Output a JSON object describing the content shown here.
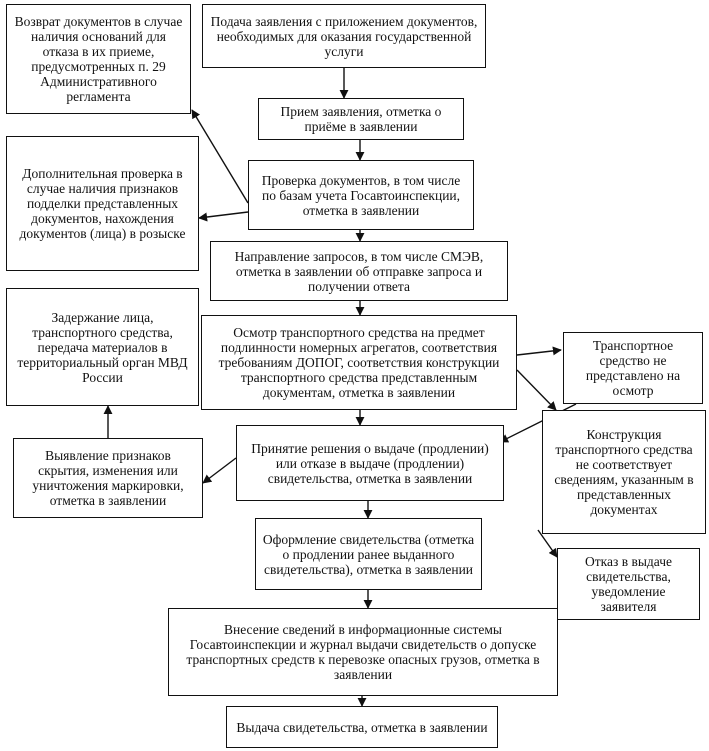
{
  "diagram": {
    "nodes": [
      {
        "id": "submit",
        "text": "Подача заявления с приложением документов, необходимых для оказания государственной услуги"
      },
      {
        "id": "receive",
        "text": "Прием заявления, отметка о приёме в заявлении"
      },
      {
        "id": "check",
        "text": "Проверка документов, в том числе по базам учета Госавтоинспекции, отметка в заявлении"
      },
      {
        "id": "requests",
        "text": "Направление запросов, в том числе СМЭВ, отметка в заявлении об отправке запроса и получении ответа"
      },
      {
        "id": "inspect",
        "text": "Осмотр транспортного средства на предмет подлинности номерных агрегатов, соответствия требованиям ДОПОГ, соответствия конструкции транспортного средства представленным документам, отметка в заявлении"
      },
      {
        "id": "decision",
        "text": "Принятие решения о выдаче (продлении) или отказе в выдаче (продлении) свидетельства, отметка в заявлении"
      },
      {
        "id": "issue_doc",
        "text": "Оформление свидетельства (отметка о продлении ранее выданного свидетельства), отметка в заявлении"
      },
      {
        "id": "register",
        "text": "Внесение сведений в информационные системы Госавтоинспекции и журнал выдачи свидетельств о допуске транспортных средств к перевозке опасных грузов, отметка в заявлении"
      },
      {
        "id": "handout",
        "text": "Выдача свидетельства, отметка в заявлении"
      },
      {
        "id": "return_docs",
        "text": "Возврат документов в случае наличия оснований для отказа в их приеме, предусмотренных п. 29 Административного регламента"
      },
      {
        "id": "extra_check",
        "text": "Дополнительная проверка в случае наличия признаков подделки представленных документов, нахождения документов (лица) в розыске"
      },
      {
        "id": "detain",
        "text": "Задержание лица, транспортного средства, передача материалов в территориальный орган МВД России"
      },
      {
        "id": "marking",
        "text": "Выявление признаков скрытия, изменения или уничтожения маркировки, отметка в заявлении"
      },
      {
        "id": "not_presented",
        "text": "Транспортное средство не представлено на осмотр"
      },
      {
        "id": "mismatch",
        "text": "Конструкция транспортного средства не соответствует сведениям, указанным в представленных документах"
      },
      {
        "id": "refusal",
        "text": "Отказ в выдаче свидетельства, уведомление заявителя"
      }
    ],
    "edges": [
      {
        "from": "submit",
        "to": "receive"
      },
      {
        "from": "receive",
        "to": "check"
      },
      {
        "from": "check",
        "to": "requests"
      },
      {
        "from": "requests",
        "to": "inspect"
      },
      {
        "from": "inspect",
        "to": "decision"
      },
      {
        "from": "decision",
        "to": "issue_doc"
      },
      {
        "from": "issue_doc",
        "to": "register"
      },
      {
        "from": "register",
        "to": "handout"
      },
      {
        "from": "check",
        "to": "return_docs"
      },
      {
        "from": "check",
        "to": "extra_check"
      },
      {
        "from": "marking",
        "to": "detain"
      },
      {
        "from": "decision",
        "to": "marking"
      },
      {
        "from": "inspect",
        "to": "not_presented"
      },
      {
        "from": "inspect",
        "to": "mismatch"
      },
      {
        "from": "not_presented",
        "to": "decision"
      },
      {
        "from": "mismatch",
        "to": "refusal"
      }
    ]
  }
}
